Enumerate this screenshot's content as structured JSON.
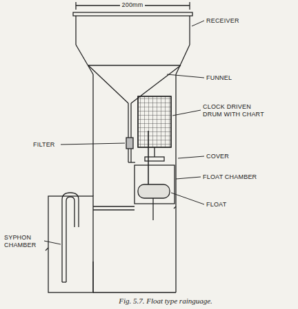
{
  "diagram": {
    "caption": "Fig. 5.7. Float type rainguage.",
    "labels": [
      "200mm",
      "RECEIVER",
      "FUNNEL",
      "CLOCK DRIVEN DRUM WITH CHART",
      "COVER",
      "FLOAT CHAMBER",
      "FLOAT",
      "FILTER",
      "SYPHON CHAMBER"
    ]
  }
}
